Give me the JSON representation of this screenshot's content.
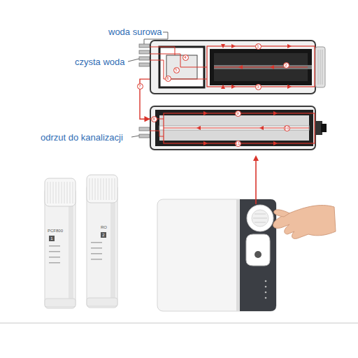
{
  "diagram": {
    "nodes": [
      {
        "text": [
          "1",
          "2",
          "3",
          "4",
          "5",
          "6"
        ]
      },
      {
        "text": [
          "8",
          "9",
          "10",
          "11"
        ]
      },
      {
        "text": [
          "PCF800",
          "1"
        ]
      },
      {
        "text": [
          "RO",
          "2"
        ]
      }
    ],
    "edges": [
      {
        "from": 0,
        "to": 1,
        "arrow": "to",
        "label": "7"
      }
    ],
    "labels": [
      "woda surowa",
      "czysta woda",
      "odrzut do kanalizacji"
    ]
  }
}
